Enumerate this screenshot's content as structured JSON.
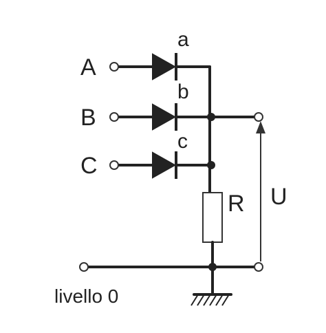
{
  "inputs": {
    "a": "A",
    "b": "B",
    "c": "C"
  },
  "diodes": {
    "a": "a",
    "b": "b",
    "c": "c"
  },
  "resistor": "R",
  "output_voltage": "U",
  "ground_label": "livello 0"
}
